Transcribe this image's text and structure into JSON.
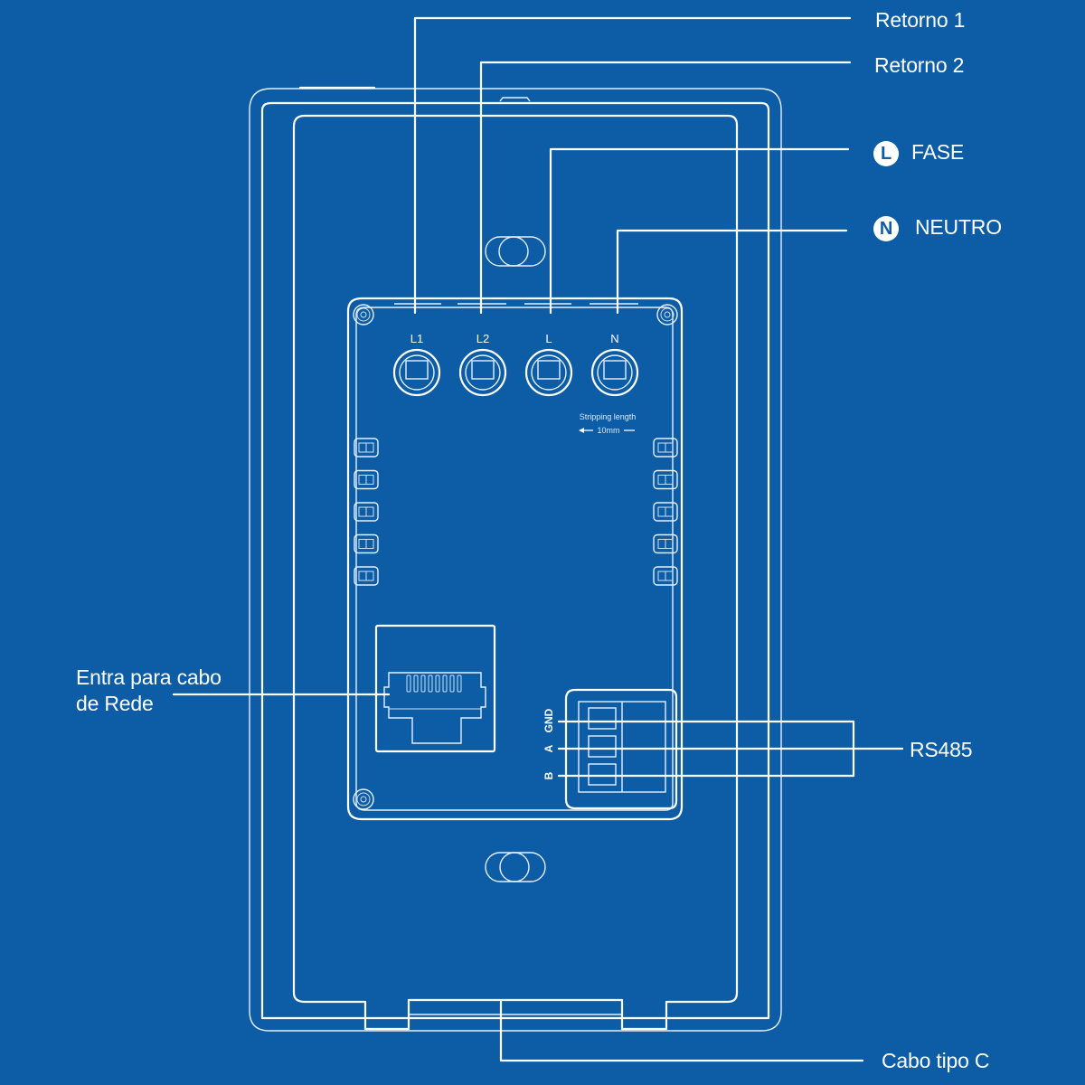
{
  "diagram": {
    "subject": "Smart switch rear view wiring diagram",
    "background_color": "#0d5ca6",
    "line_color": "#ffffff",
    "callouts": {
      "retorno1": "Retorno 1",
      "retorno2": "Retorno 2",
      "fase": {
        "badge": "L",
        "label": "FASE"
      },
      "neutro": {
        "badge": "N",
        "label": "NEUTRO"
      },
      "network": {
        "line1": "Entra para cabo",
        "line2": "de Rede"
      },
      "rs485": "RS485",
      "usb": "Cabo tipo C"
    },
    "terminals": [
      {
        "label": "L1"
      },
      {
        "label": "L2"
      },
      {
        "label": "L"
      },
      {
        "label": "N"
      }
    ],
    "stripping": {
      "line1": "Stripping length",
      "line2": "10mm"
    },
    "rs485_pins": [
      "GND",
      "A",
      "B"
    ]
  }
}
